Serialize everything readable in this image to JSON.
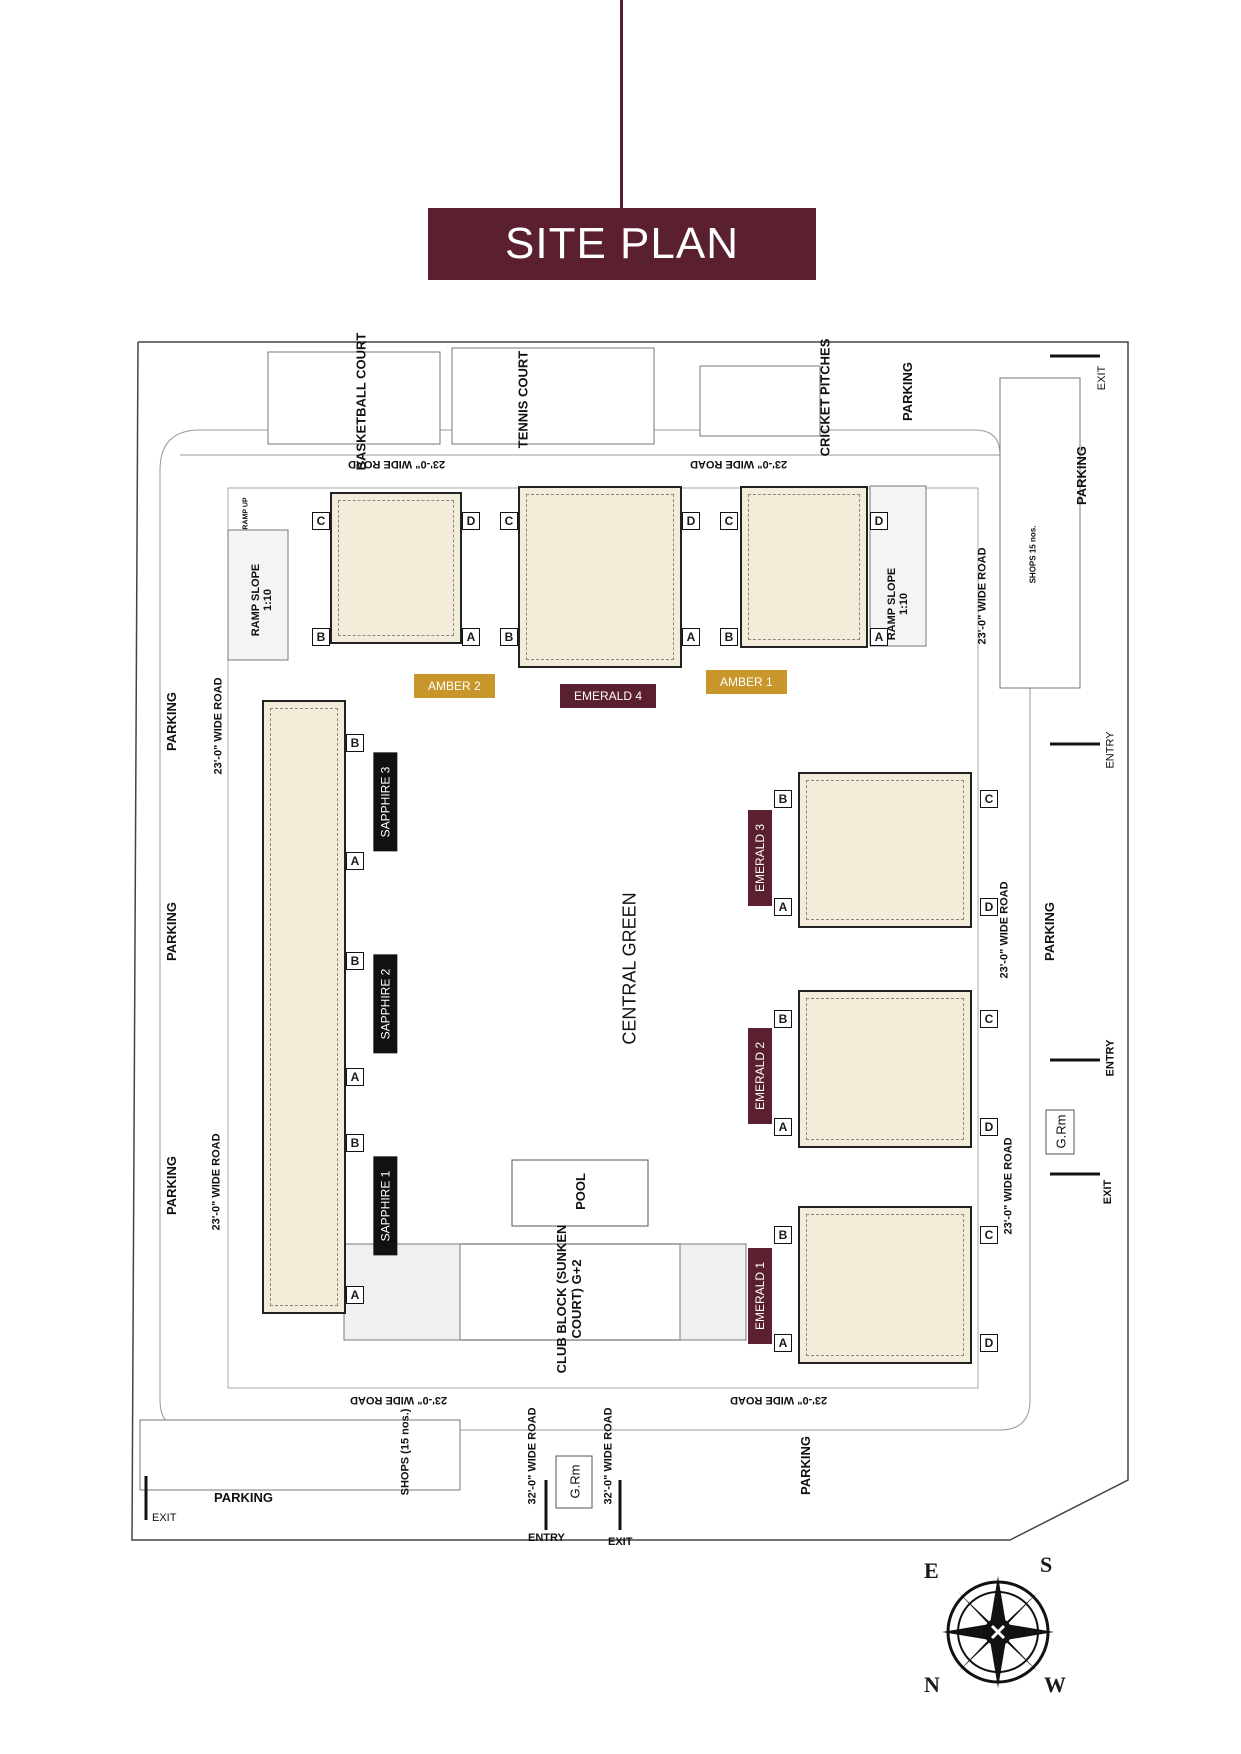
{
  "title": "SITE PLAN",
  "colors": {
    "brand": "#5b2030",
    "amber": "#c9962c",
    "road": "#ffffff",
    "building": "#f3ecd9"
  },
  "facilities": {
    "basketball": "BASKETBALL COURT",
    "tennis": "TENNIS COURT",
    "cricket": "CRICKET PITCHES",
    "pool": "POOL",
    "club": "CLUB BLOCK (SUNKEN COURT) G+2",
    "central_green": "CENTRAL GREEN",
    "shops_bottom": "SHOPS (15 nos.)",
    "shops_right": "SHOPS 15 nos.",
    "guard_room": "G.Rm"
  },
  "roads": {
    "road_23": "23'-0\" WIDE ROAD",
    "road_32": "32'-0\" WIDE ROAD",
    "ramp": "RAMP SLOPE 1:10",
    "ramp_up": "RAMP UP"
  },
  "parking_label": "PARKING",
  "gates": {
    "entry": "ENTRY",
    "exit": "EXIT"
  },
  "towers": {
    "amber2": "AMBER 2",
    "emerald4": "EMERALD 4",
    "amber1": "AMBER 1",
    "emerald3": "EMERALD 3",
    "emerald2": "EMERALD 2",
    "emerald1": "EMERALD 1",
    "sapphire3": "SAPPHIRE 3",
    "sapphire2": "SAPPHIRE 2",
    "sapphire1": "SAPPHIRE 1"
  },
  "corners": {
    "a": "A",
    "b": "B",
    "c": "C",
    "d": "D"
  },
  "compass": {
    "e": "E",
    "s": "S",
    "n": "N",
    "w": "W"
  }
}
